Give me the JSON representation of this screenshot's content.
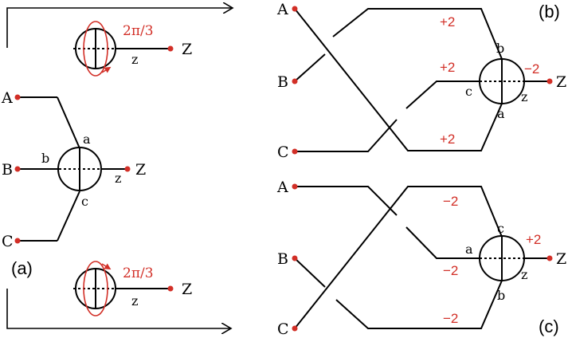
{
  "colors": {
    "line": "#000000",
    "accent": "#d22f27",
    "background": "#ffffff"
  },
  "panel_a": {
    "label": "(a)",
    "terminals": [
      "A",
      "B",
      "C",
      "Z"
    ],
    "node_labels": {
      "a": "a",
      "b": "b",
      "c": "c",
      "z": "z"
    },
    "rotation_top": {
      "angle": "2π/3",
      "z_label": "z",
      "end": "Z"
    },
    "rotation_bottom": {
      "angle": "2π/3",
      "z_label": "z",
      "end": "Z"
    }
  },
  "panel_b": {
    "label": "(b)",
    "terminals": [
      "A",
      "B",
      "C",
      "Z"
    ],
    "node_labels": {
      "a": "a",
      "b": "b",
      "c": "c",
      "z": "z"
    },
    "charges": {
      "top": "+2",
      "mid": "+2",
      "bottom": "+2",
      "out": "−2"
    }
  },
  "panel_c": {
    "label": "(c)",
    "terminals": [
      "A",
      "B",
      "C",
      "Z"
    ],
    "node_labels": {
      "a": "a",
      "b": "b",
      "c": "c",
      "z": "z"
    },
    "charges": {
      "top": "−2",
      "mid": "−2",
      "bottom": "−2",
      "out": "+2"
    }
  }
}
